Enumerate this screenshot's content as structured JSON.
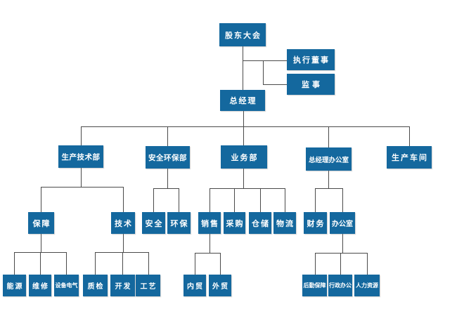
{
  "diagram": {
    "type": "org-chart",
    "colors": {
      "node_fill": "#14689e",
      "node_text": "#ffffff",
      "connector": "#4a4a4a",
      "background": "#ffffff"
    },
    "nodes": {
      "shareholders_meeting": "股东大会",
      "executive_director": "执行董事",
      "supervisor": "监事",
      "general_manager": "总经理",
      "production_tech_dept": "生产技术部",
      "safety_env_dept": "安全环保部",
      "business_dept": "业务部",
      "gm_office": "总经理办公室",
      "production_workshop": "生产车间",
      "support": "保障",
      "technology": "技术",
      "safety": "安全",
      "env_protection": "环保",
      "sales": "销售",
      "procurement": "采购",
      "warehousing": "仓储",
      "logistics": "物流",
      "finance": "财务",
      "office": "办公室",
      "energy": "能源",
      "maintenance": "维修",
      "equipment_electrical": "设备电气",
      "quality_inspection": "质检",
      "development": "开发",
      "process": "工艺",
      "domestic_trade": "内贸",
      "foreign_trade": "外贸",
      "logistics_support": "后勤保障",
      "admin_office": "行政办公",
      "human_resources": "人力资源"
    },
    "edges": [
      [
        "shareholders_meeting",
        "executive_director"
      ],
      [
        "shareholders_meeting",
        "supervisor"
      ],
      [
        "shareholders_meeting",
        "general_manager"
      ],
      [
        "general_manager",
        "production_tech_dept"
      ],
      [
        "general_manager",
        "safety_env_dept"
      ],
      [
        "general_manager",
        "business_dept"
      ],
      [
        "general_manager",
        "gm_office"
      ],
      [
        "general_manager",
        "production_workshop"
      ],
      [
        "production_tech_dept",
        "support"
      ],
      [
        "production_tech_dept",
        "technology"
      ],
      [
        "safety_env_dept",
        "safety"
      ],
      [
        "safety_env_dept",
        "env_protection"
      ],
      [
        "business_dept",
        "sales"
      ],
      [
        "business_dept",
        "procurement"
      ],
      [
        "business_dept",
        "warehousing"
      ],
      [
        "business_dept",
        "logistics"
      ],
      [
        "gm_office",
        "finance"
      ],
      [
        "gm_office",
        "office"
      ],
      [
        "support",
        "energy"
      ],
      [
        "support",
        "maintenance"
      ],
      [
        "support",
        "equipment_electrical"
      ],
      [
        "technology",
        "quality_inspection"
      ],
      [
        "technology",
        "development"
      ],
      [
        "technology",
        "process"
      ],
      [
        "sales",
        "domestic_trade"
      ],
      [
        "sales",
        "foreign_trade"
      ],
      [
        "office",
        "logistics_support"
      ],
      [
        "office",
        "admin_office"
      ],
      [
        "office",
        "human_resources"
      ]
    ]
  }
}
